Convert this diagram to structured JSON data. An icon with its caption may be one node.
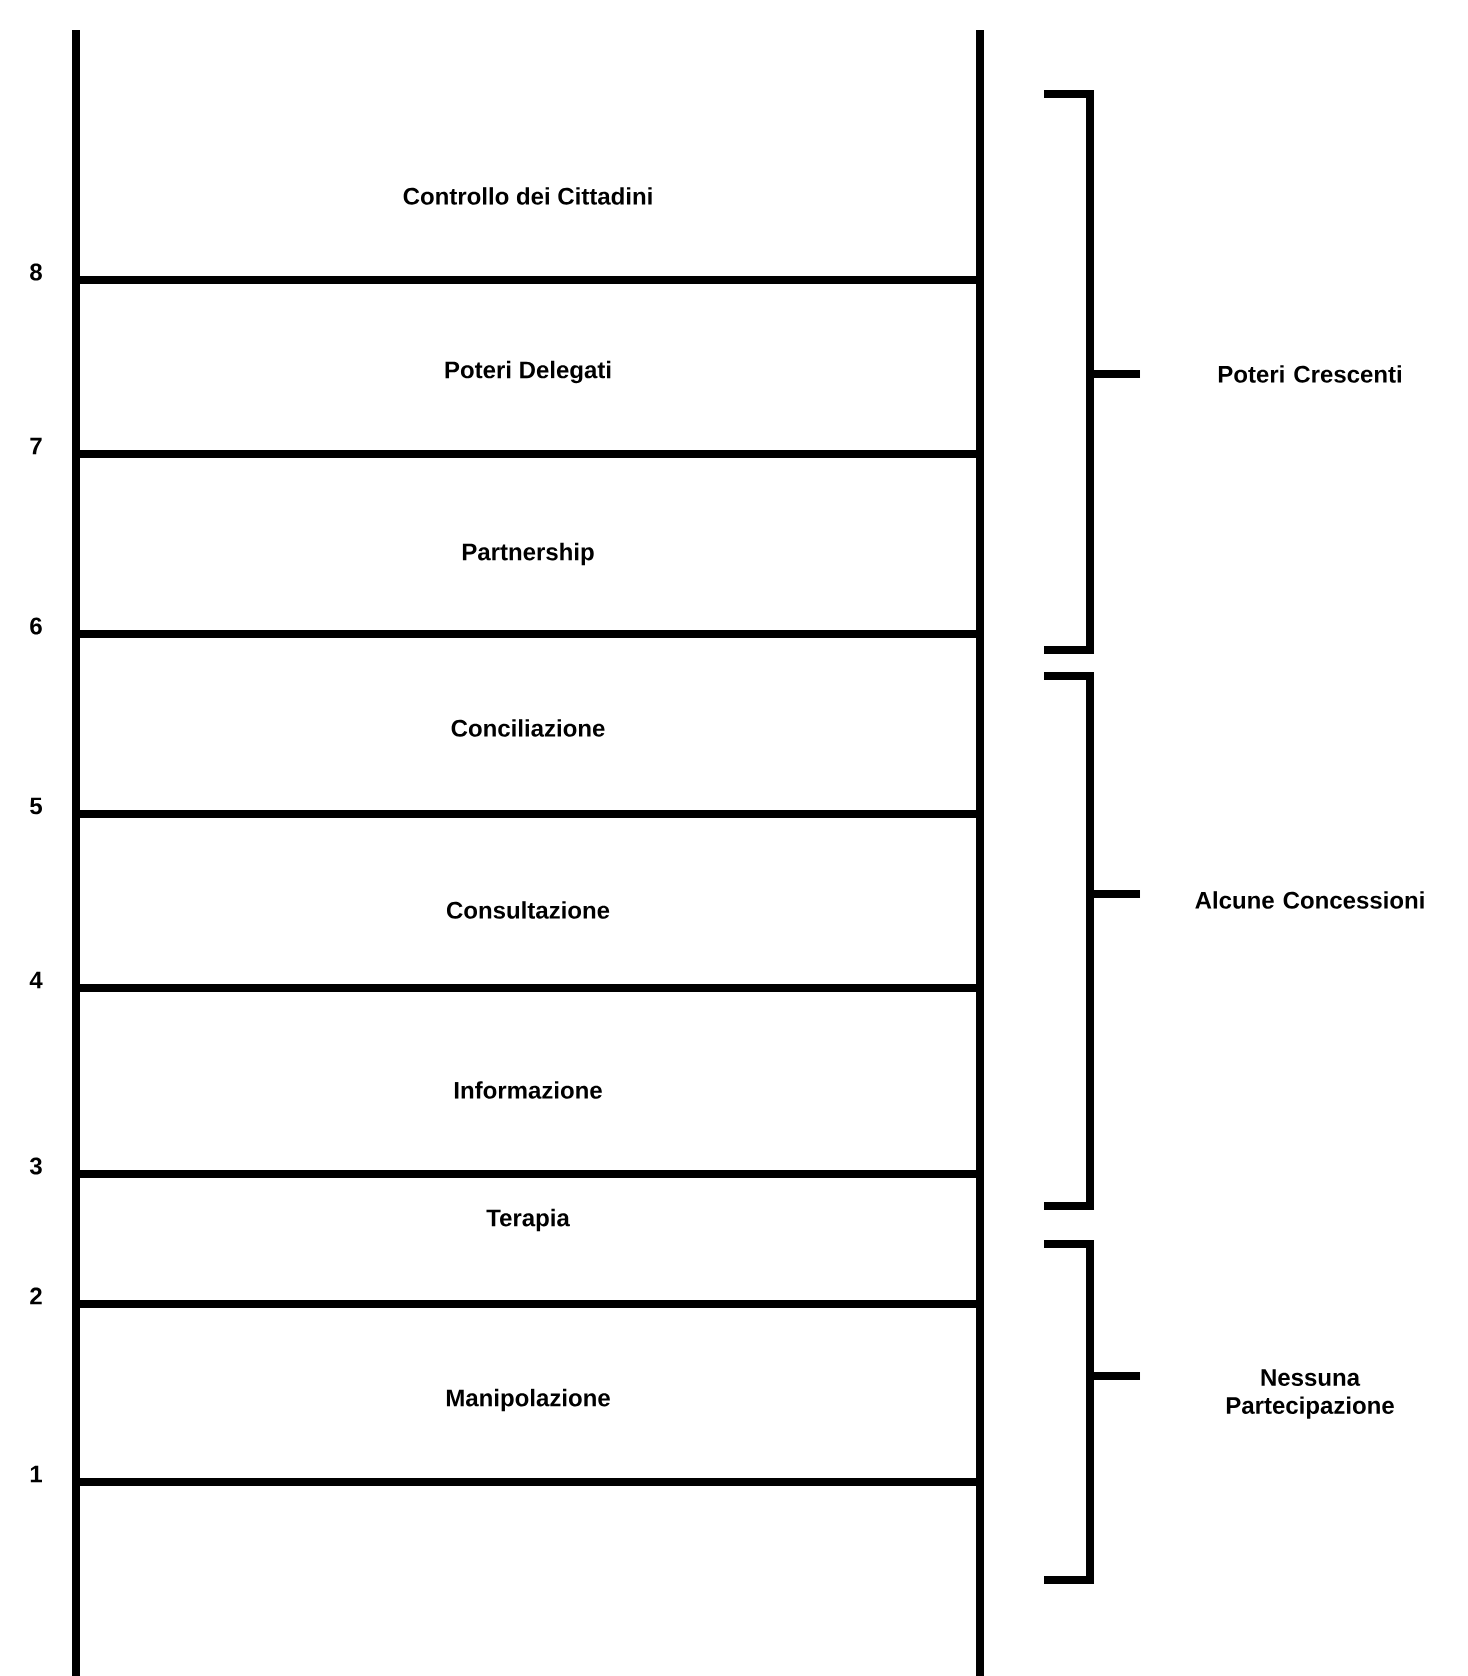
{
  "diagram": {
    "labels": [
      "Controllo dei Cittadini",
      "8",
      "Poteri Delegati",
      "7",
      "Partnership",
      "6",
      "Conciliazione",
      "5",
      "Consultazione",
      "4",
      "Informazione",
      "3",
      "Terapia",
      "2",
      "Manipolazione",
      "1",
      "Poteri Crescenti",
      "Alcune Concessioni",
      "Nessuna Partecipazione"
    ]
  }
}
